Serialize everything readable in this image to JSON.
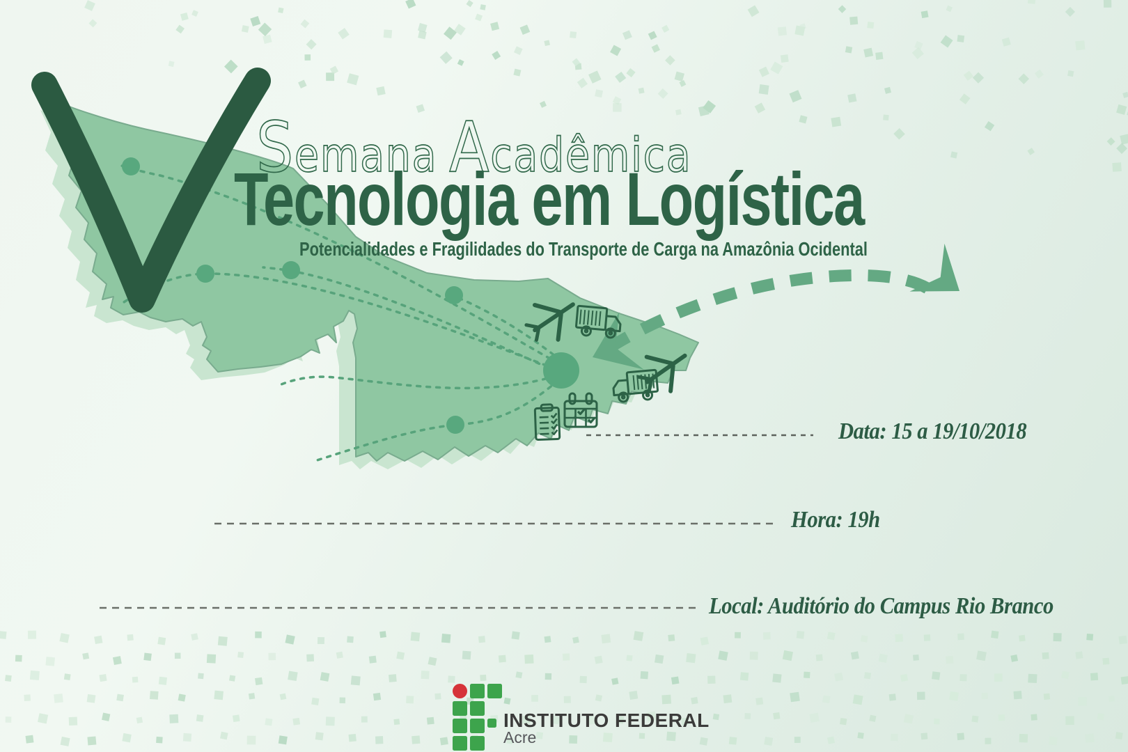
{
  "poster": {
    "edition_numeral": "V",
    "kicker": {
      "word1_initial": "S",
      "word1_rest": "emana",
      "word2_initial": "A",
      "word2_rest": "cadêmica"
    },
    "title": "Tecnologia em Logística",
    "subtitle": "Potencialidades e Fragilidades do Transporte de Carga na Amazônia Ocidental",
    "details": {
      "date": "Data: 15 a 19/10/2018",
      "time": "Hora: 19h",
      "location": "Local: Auditório do Campus Rio Branco"
    },
    "logo": {
      "institution": "INSTITUTO FEDERAL",
      "campus": "Acre"
    },
    "illustration": {
      "icons": [
        "airplane-icon",
        "truck-icon",
        "airplane-icon",
        "truck-icon",
        "clipboard-checklist-icon",
        "calendar-check-icon",
        "acre-state-map-icon",
        "dashed-route-arrow-icon"
      ]
    },
    "colors": {
      "dark_green": "#2e6347",
      "map_green": "#8fc7a2",
      "map_shadow_green": "#c9e5d0",
      "accent_green": "#64a983",
      "hub_green": "#58a87e",
      "v_mark_green": "#2b5a41",
      "detail_text_green": "#2d5c45",
      "logo_green": "#3da44c",
      "logo_red": "#d63339",
      "logo_text_gray": "#3b3b3a"
    }
  }
}
